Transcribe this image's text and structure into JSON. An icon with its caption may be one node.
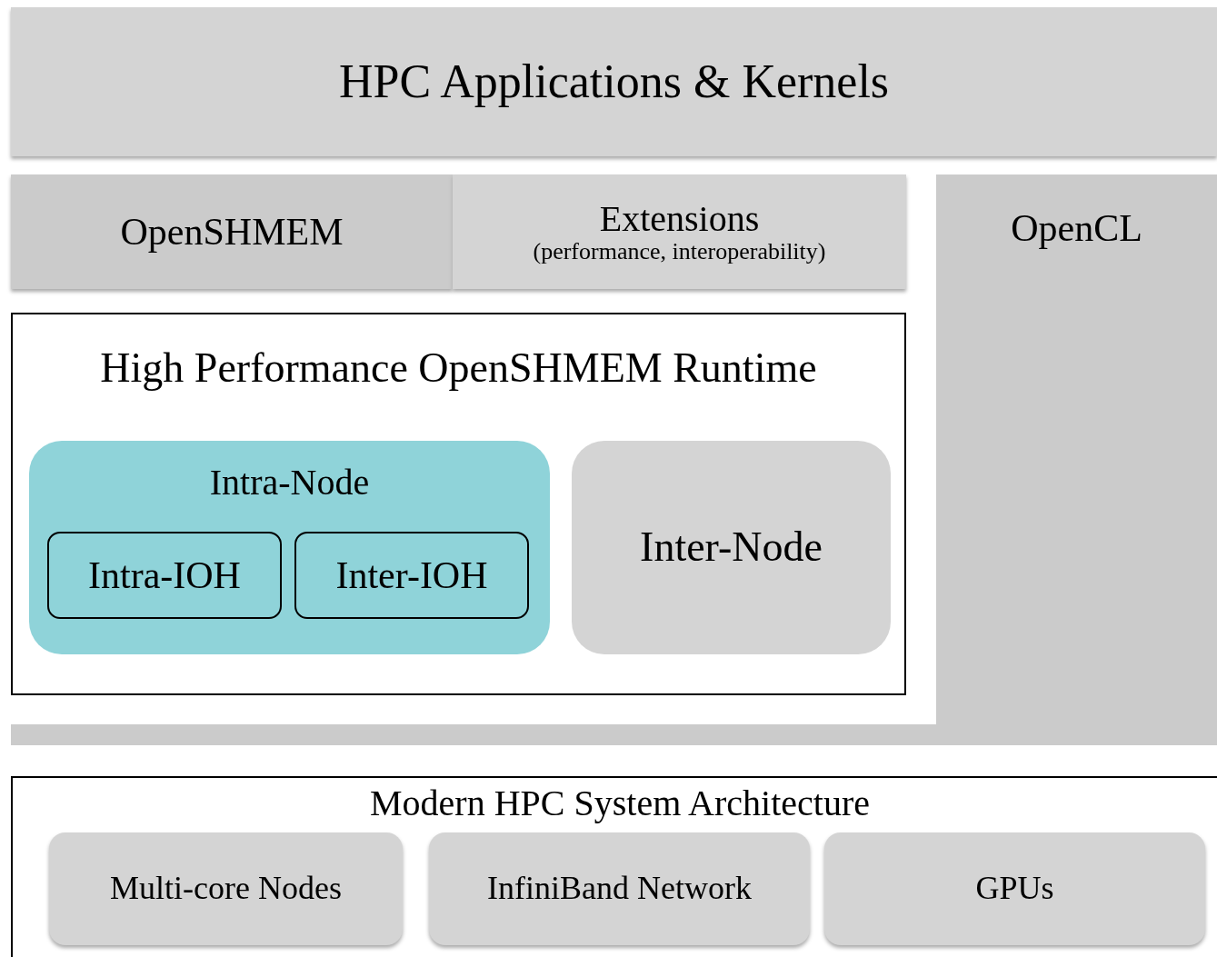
{
  "diagram": {
    "nodes": [
      {
        "text": [
          "HPC Applications & Kernels"
        ]
      },
      {
        "text": [
          "OpenSHMEM"
        ]
      },
      {
        "text": [
          "Extensions",
          "(performance, interoperability)"
        ]
      },
      {
        "text": [
          "OpenCL"
        ]
      },
      {
        "text": [
          "High Performance OpenSHMEM Runtime"
        ]
      },
      {
        "text": [
          "Intra-Node"
        ],
        "in": 4
      },
      {
        "text": [
          "Intra-IOH"
        ],
        "in": 5
      },
      {
        "text": [
          "Inter-IOH"
        ],
        "in": 5
      },
      {
        "text": [
          "Inter-Node"
        ],
        "in": 4
      },
      {
        "text": [
          "Modern HPC System Architecture"
        ]
      },
      {
        "text": [
          "Multi-core Nodes"
        ],
        "in": 9
      },
      {
        "text": [
          "InfiniBand Network"
        ],
        "in": 9
      },
      {
        "text": [
          "GPUs"
        ],
        "in": 9
      }
    ]
  }
}
